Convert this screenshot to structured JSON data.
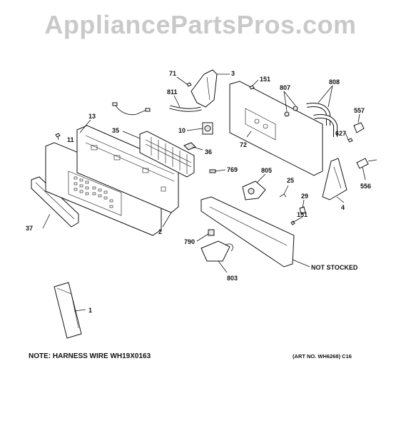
{
  "watermark": "AppliancePartsPros.com",
  "callouts": [
    "71",
    "3",
    "151",
    "811",
    "807",
    "808",
    "557",
    "10",
    "13",
    "11",
    "35",
    "36",
    "72",
    "627",
    "769",
    "805",
    "25",
    "556",
    "29",
    "4",
    "37",
    "2",
    "151",
    "790",
    "803",
    "NOT STOCKED",
    "1"
  ],
  "notes": {
    "harness": "NOTE: HARNESS WIRE WH19X0163",
    "art_no": "(ART NO. WH6268) C16"
  }
}
